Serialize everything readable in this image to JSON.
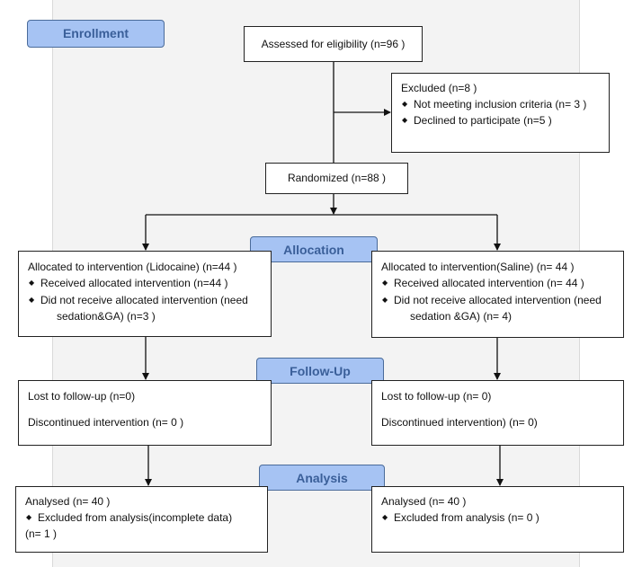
{
  "labels": {
    "enrollment": "Enrollment",
    "allocation": "Allocation",
    "followup": "Follow-Up",
    "analysis": "Analysis"
  },
  "assessed": "Assessed for eligibility (n=96  )",
  "excluded": {
    "title": "Excluded  (n=8  )",
    "items": [
      "Not meeting inclusion criteria (n= 3 )",
      "Declined to participate (n=5  )"
    ]
  },
  "randomized": "Randomized (n=88 )",
  "left": {
    "allocation": {
      "title": "Allocated to intervention (Lidocaine) (n=44  )",
      "received": "Received allocated intervention (n=44  )",
      "not_received_1": "Did not receive allocated intervention (need",
      "not_received_2": "sedation&GA)  (n=3  )"
    },
    "followup": {
      "lost": "Lost to follow-up (n=0)",
      "discontinued": "Discontinued intervention (n= 0 )"
    },
    "analysis": {
      "analysed": "Analysed  (n= 40 )",
      "excluded_1": "Excluded from analysis(incomplete data)",
      "excluded_2": "(n= 1 )"
    }
  },
  "right": {
    "allocation": {
      "title": "Allocated to intervention(Saline) (n= 44 )",
      "received": "Received allocated intervention  (n= 44 )",
      "not_received_1": "Did not receive allocated intervention (need",
      "not_received_2": "sedation &GA) (n= 4)"
    },
    "followup": {
      "lost": "Lost to follow-up (n= 0)",
      "discontinued": "Discontinued intervention) (n= 0)"
    },
    "analysis": {
      "analysed": "Analysed  (n= 40 )",
      "excluded_1": "Excluded from analysis (n= 0 )"
    }
  }
}
